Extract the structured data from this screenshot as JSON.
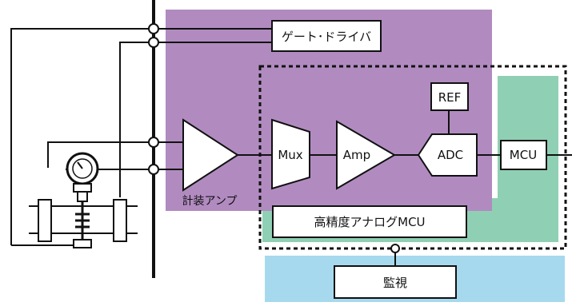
{
  "blocks": {
    "gate_driver": "ゲート･ドライバ",
    "instrumentation_amp": "計装アンプ",
    "mux": "Mux",
    "amp": "Amp",
    "adc": "ADC",
    "ref": "REF",
    "mcu": "MCU",
    "precision_analog_mcu": "高精度アナログMCU",
    "monitor": "監視"
  },
  "colors": {
    "purple_region": "#b18bc0",
    "green_region": "#8fd0b4",
    "blue_region": "#a6d9ee",
    "line": "#111111"
  }
}
